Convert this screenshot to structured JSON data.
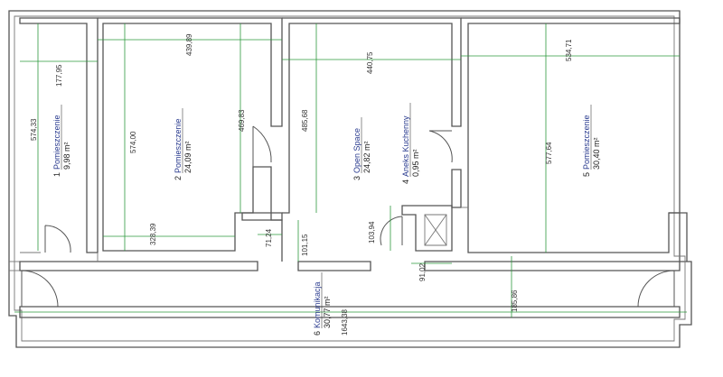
{
  "rooms": [
    {
      "number": "1",
      "name": "Pomieszczenie",
      "area": "9,98 m²"
    },
    {
      "number": "2",
      "name": "Pomieszczenie",
      "area": "24,09 m²"
    },
    {
      "number": "3",
      "name": "Open Space",
      "area": "24,82 m²"
    },
    {
      "number": "4",
      "name": "Aneks Kuchenny",
      "area": "0,95 m²"
    },
    {
      "number": "5",
      "name": "Pomieszczenie",
      "area": "30,40 m²"
    },
    {
      "number": "6",
      "name": "Komunikacja",
      "area": "30,77 m²"
    }
  ],
  "dimensions": {
    "r1_width": "177,95",
    "r1_height": "574,33",
    "r2_width_top": "439,89",
    "r2_height": "574,00",
    "r2_height_inner": "469,83",
    "r2_width_bottom": "328,39",
    "small_width": "71,24",
    "small_height": "101,15",
    "r3_width": "440,75",
    "r3_height": "485,68",
    "r4_height": "103,94",
    "r4_width": "91,02",
    "r5_width": "534,71",
    "r5_height": "577,64",
    "corridor_length": "1643,38",
    "corridor_height": "185,86"
  }
}
